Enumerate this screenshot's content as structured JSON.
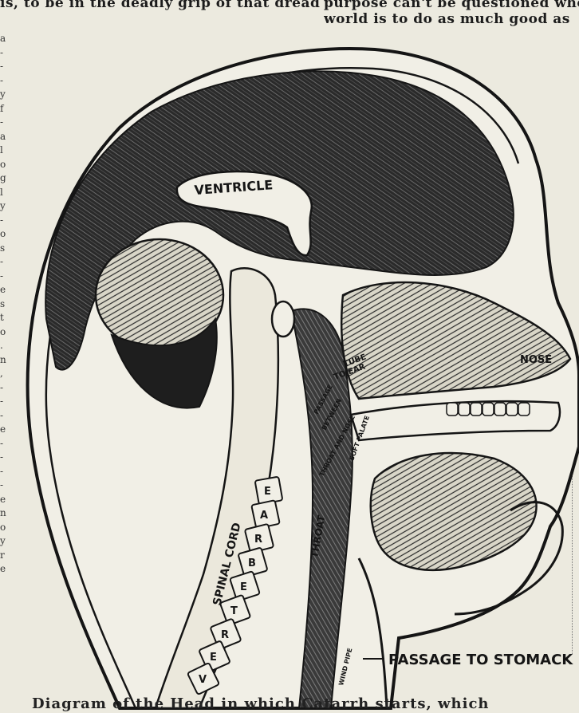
{
  "article": {
    "top_left_line": "is, to be in the deadly grip of that dread",
    "top_right_lines": [
      "purpose can't be questioned who",
      "world is to do as much good as"
    ],
    "left_margin_fragments": [
      "a",
      "-",
      "-",
      "-",
      "y",
      "f",
      "-",
      "a",
      "l",
      "o",
      "g",
      "l",
      "y",
      "-",
      "o",
      "s",
      "-",
      "-",
      "e",
      "s",
      "t",
      "o",
      ".",
      "n",
      ",",
      "-",
      "-",
      "-",
      "e",
      "-",
      "-",
      "-",
      "-",
      "e",
      "n",
      "o",
      "y",
      "r",
      "e"
    ]
  },
  "illustration": {
    "labels": {
      "ventricle": "VENTRICLE",
      "nose": "NOSE",
      "tube_line1": "TUBE",
      "tube_line2": "TO EAR",
      "passage_line1": "PASSAGE",
      "passage_line2": "BETWEEN",
      "passage_line3": "THROAT AND NOSE",
      "soft_palate": "SOFT PALATE",
      "throat": "THROAT",
      "spinal_cord": "SPINAL CORD",
      "wind_pipe": "WIND PIPE",
      "passage_to_stomach": "PASSAGE TO STOMACK",
      "vertebrae_letters": [
        "V",
        "E",
        "R",
        "T",
        "E",
        "B",
        "R",
        "A",
        "E"
      ]
    }
  },
  "caption": {
    "text": "Diagram of the Head in which Catarrh starts, which"
  },
  "colors": {
    "paper": "#eceadf",
    "ink": "#151515",
    "brain_shade": "#2a2a2a"
  }
}
